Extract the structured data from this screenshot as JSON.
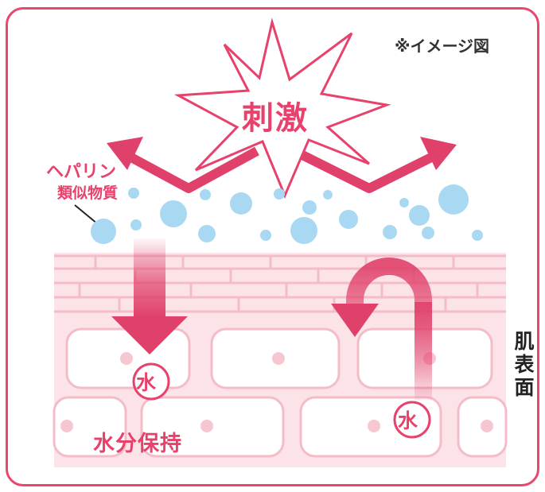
{
  "note": "※イメージ図",
  "burst_label": "刺激",
  "heparin": {
    "line1": "ヘパリン",
    "line2": "類似物質"
  },
  "water_symbol": "水",
  "water_keep": "水分保持",
  "skin_surface": "肌表面",
  "colors": {
    "frame": "#e8486e",
    "accent": "#e8426c",
    "arrow": "#e0416a",
    "bubble": "#a9d9f2",
    "skin_fill": "#fbe0e5",
    "skin_line": "#f2b8c4"
  },
  "icons": [
    "burst-icon",
    "arrow-up-left-icon",
    "arrow-up-right-icon",
    "arrow-down-icon",
    "curved-arrow-icon",
    "bubble-icon"
  ]
}
